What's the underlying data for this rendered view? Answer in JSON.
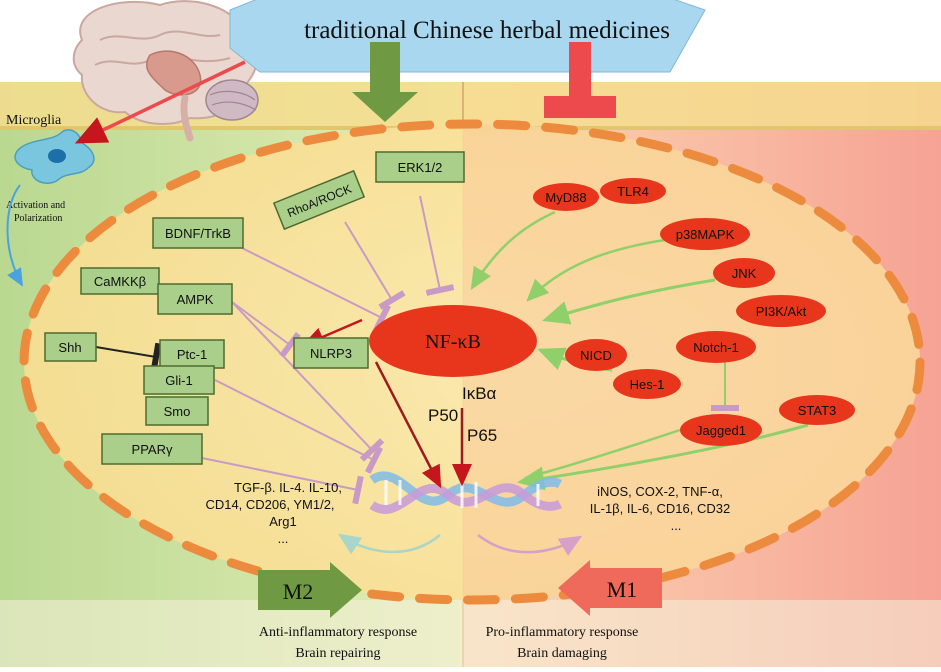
{
  "header": {
    "title": "traditional Chinese herbal medicines"
  },
  "left_panel": {
    "microglia_label": "Microglia",
    "activation_label_1": "Activation and",
    "activation_label_2": "Polarization",
    "m2_label": "M2",
    "response_1": "Anti-inflammatory response",
    "response_2": "Brain repairing",
    "cytokines": [
      "TGF-β. IL-4. IL-10,",
      "CD14, CD206, YM1/2,",
      "Arg1",
      "..."
    ]
  },
  "right_panel": {
    "m1_label": "M1",
    "response_1": "Pro-inflammatory response",
    "response_2": "Brain damaging",
    "cytokines": [
      "iNOS, COX-2, TNF-α,",
      "IL-1β, IL-6, CD16, CD32",
      "..."
    ]
  },
  "green_boxes": {
    "erk": "ERK1/2",
    "rhoa": "RhoA/ROCK",
    "bdnf": "BDNF/TrkB",
    "camkk": "CaMKKβ",
    "ampk": "AMPK",
    "nlrp3": "NLRP3",
    "shh": "Shh",
    "ptc": "Ptc-1",
    "gli": "Gli-1",
    "smo": "Smo",
    "ppar": "PPARγ"
  },
  "red_nodes": {
    "myd88": "MyD88",
    "tlr4": "TLR4",
    "p38": "p38MAPK",
    "jnk": "JNK",
    "pi3k": "PI3K/Akt",
    "nicd": "NICD",
    "notch": "Notch-1",
    "hes": "Hes-1",
    "jagged": "Jagged1",
    "stat3": "STAT3",
    "nfkb": "NF-κB"
  },
  "center": {
    "ikba": "IκBα",
    "p50": "P50",
    "p65": "P65"
  },
  "colors": {
    "left_bg": "#c9dd9c",
    "right_bg": "#f6b4a4",
    "membrane": "#f4d77c",
    "cell_fill": "#fbe3a2",
    "green_box": "#a9cf8a",
    "red_node": "#e8361d",
    "banner": "#a8d6ee",
    "inhibit": "#c99ac6",
    "activate": "#8fd06b"
  }
}
